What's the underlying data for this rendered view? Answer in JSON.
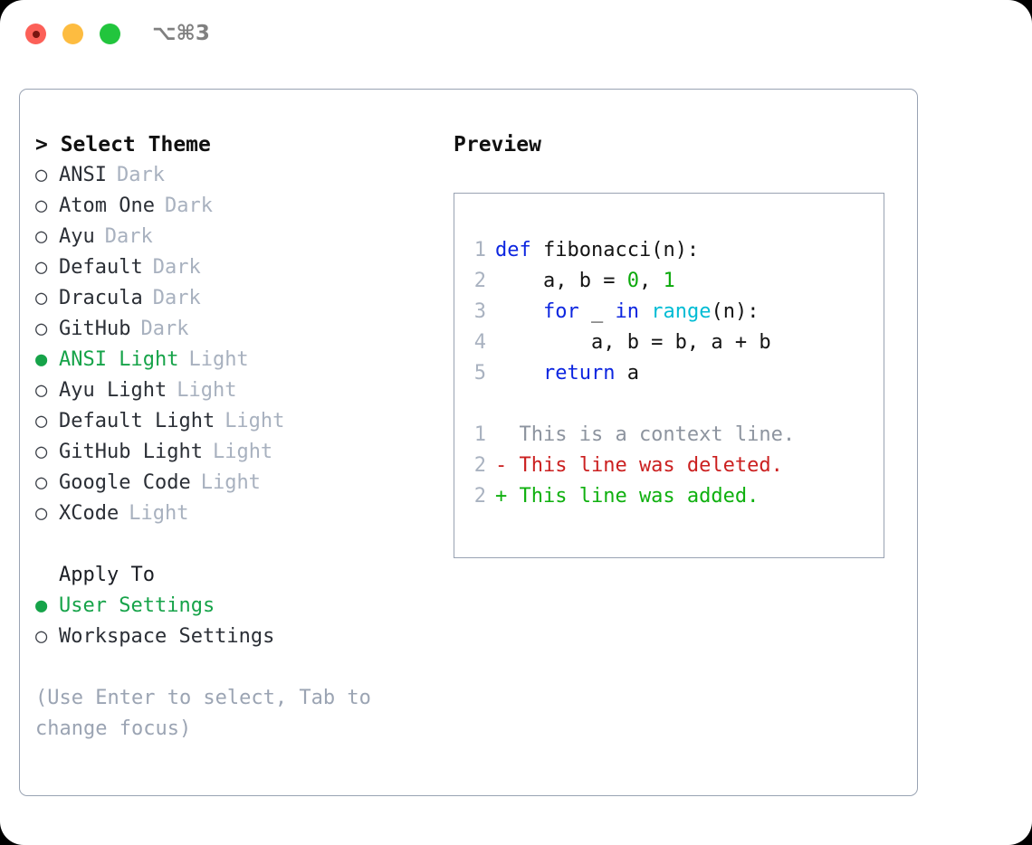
{
  "titlebar": {
    "shortcut": "⌥⌘3",
    "buttons": [
      {
        "name": "close",
        "color": "#fc6058"
      },
      {
        "name": "minimize",
        "color": "#fdbc40"
      },
      {
        "name": "maximize",
        "color": "#22c53d"
      }
    ]
  },
  "left": {
    "header": "> Select Theme",
    "themes": [
      {
        "marker": "○",
        "name": "ANSI",
        "tag": "Dark",
        "selected": false
      },
      {
        "marker": "○",
        "name": "Atom One",
        "tag": "Dark",
        "selected": false
      },
      {
        "marker": "○",
        "name": "Ayu",
        "tag": "Dark",
        "selected": false
      },
      {
        "marker": "○",
        "name": "Default",
        "tag": "Dark",
        "selected": false
      },
      {
        "marker": "○",
        "name": "Dracula",
        "tag": "Dark",
        "selected": false
      },
      {
        "marker": "○",
        "name": "GitHub",
        "tag": "Dark",
        "selected": false
      },
      {
        "marker": "●",
        "name": "ANSI Light",
        "tag": "Light",
        "selected": true
      },
      {
        "marker": "○",
        "name": "Ayu Light",
        "tag": "Light",
        "selected": false
      },
      {
        "marker": "○",
        "name": "Default Light",
        "tag": "Light",
        "selected": false
      },
      {
        "marker": "○",
        "name": "GitHub Light",
        "tag": "Light",
        "selected": false
      },
      {
        "marker": "○",
        "name": "Google Code",
        "tag": "Light",
        "selected": false
      },
      {
        "marker": "○",
        "name": "XCode",
        "tag": "Light",
        "selected": false
      }
    ],
    "apply_to": {
      "title": "Apply To",
      "options": [
        {
          "marker": "●",
          "label": "User Settings",
          "selected": true
        },
        {
          "marker": "○",
          "label": "Workspace Settings",
          "selected": false
        }
      ]
    },
    "hint": "(Use Enter to select, Tab to change focus)"
  },
  "right": {
    "title": "Preview",
    "code": [
      {
        "lineno": "1",
        "tokens": [
          {
            "t": "def",
            "c": "kw"
          },
          {
            "t": " fibonacci(n):",
            "c": "id"
          }
        ]
      },
      {
        "lineno": "2",
        "tokens": [
          {
            "t": "    a, b = ",
            "c": "id"
          },
          {
            "t": "0",
            "c": "num"
          },
          {
            "t": ", ",
            "c": "id"
          },
          {
            "t": "1",
            "c": "num"
          }
        ]
      },
      {
        "lineno": "3",
        "tokens": [
          {
            "t": "    ",
            "c": "id"
          },
          {
            "t": "for",
            "c": "kw"
          },
          {
            "t": " _ ",
            "c": "id"
          },
          {
            "t": "in",
            "c": "kw"
          },
          {
            "t": " ",
            "c": "id"
          },
          {
            "t": "range",
            "c": "fn"
          },
          {
            "t": "(n):",
            "c": "id"
          }
        ]
      },
      {
        "lineno": "4",
        "tokens": [
          {
            "t": "        a, b = b, a + b",
            "c": "id"
          }
        ]
      },
      {
        "lineno": "5",
        "tokens": [
          {
            "t": "    ",
            "c": "id"
          },
          {
            "t": "return",
            "c": "kw"
          },
          {
            "t": " a",
            "c": "id"
          }
        ]
      }
    ],
    "diff": [
      {
        "lineno": "1",
        "text": "  This is a context line.",
        "kind": "context"
      },
      {
        "lineno": "2",
        "text": "- This line was deleted.",
        "kind": "del"
      },
      {
        "lineno": "2",
        "text": "+ This line was added.",
        "kind": "add"
      }
    ]
  },
  "colors": {
    "accent_green": "#16a349",
    "muted": "#a8b1bf",
    "keyword": "#0d26e0",
    "function": "#00bcd4",
    "number": "#0ba90b",
    "diff_add": "#0fb00f",
    "diff_del": "#cb2020",
    "border": "#99a3b3"
  }
}
